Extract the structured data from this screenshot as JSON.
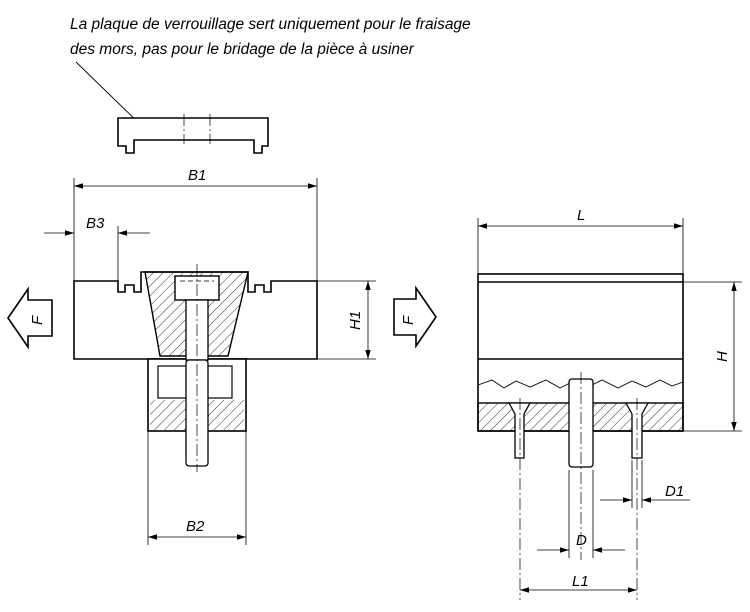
{
  "note": {
    "line1": "La plaque de verrouillage sert uniquement pour le fraisage",
    "line2": "des mors, pas pour le bridage de la pièce à usiner"
  },
  "labels": {
    "B1": "B1",
    "B2": "B2",
    "B3": "B3",
    "H1": "H1",
    "F_left": "F",
    "F_right": "F",
    "L": "L",
    "H": "H",
    "D": "D",
    "D1": "D1",
    "L1": "L1"
  }
}
